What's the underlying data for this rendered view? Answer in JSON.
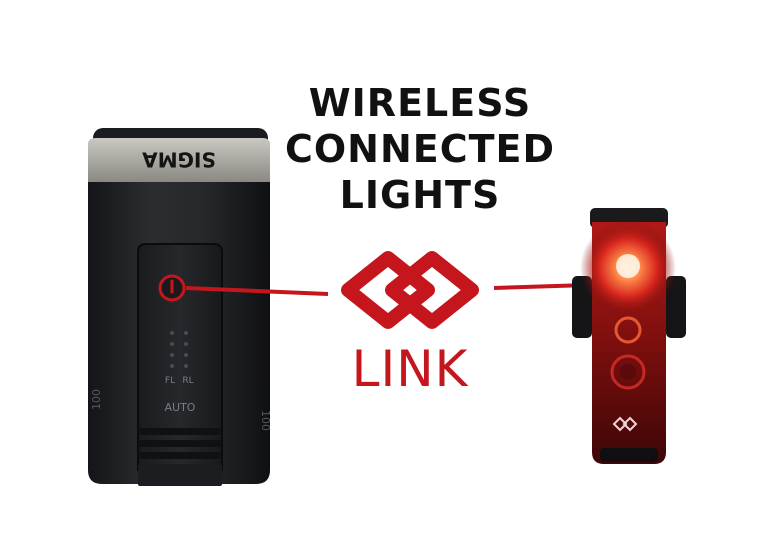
{
  "headline": {
    "line1": "WIRELESS",
    "line2": "CONNECTED",
    "line3": "LIGHTS"
  },
  "link_label": "LINK",
  "front_light": {
    "brand": "SIGMA",
    "mode_labels": {
      "fl": "FL",
      "rl": "RL"
    },
    "auto_label": "AUTO",
    "side_mark": "100"
  },
  "colors": {
    "link_red": "#c4161c",
    "text_dark": "#111111",
    "body_dark": "#1e1f22",
    "trim_silver": "#9b9a93",
    "rear_glow": "#ff6a3a"
  },
  "icons": [
    "power-icon",
    "chain-link-icon"
  ]
}
